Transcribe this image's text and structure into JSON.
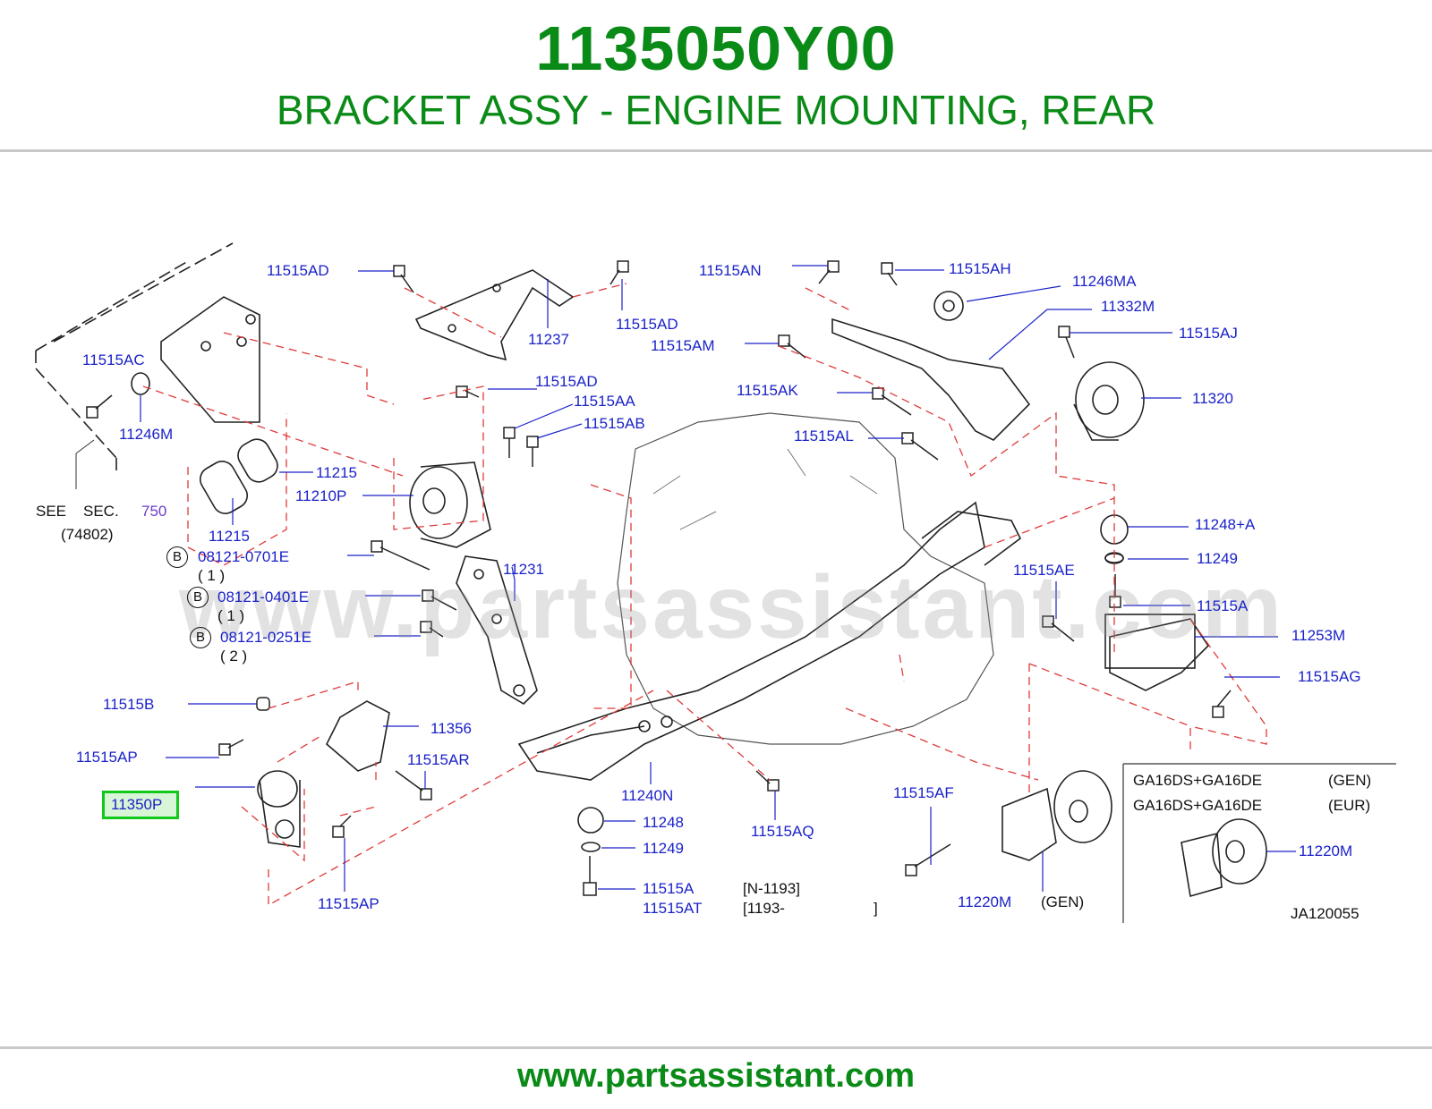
{
  "header": {
    "part_number": "1135050Y00",
    "title": "BRACKET ASSY - ENGINE MOUNTING, REAR"
  },
  "diagram": {
    "watermark": "www.partsassistant.com",
    "highlighted_part": "11350P",
    "callouts": {
      "c1": "11515AD",
      "c2": "11515AD",
      "c3": "11237",
      "c4": "11515AN",
      "c5": "11515AH",
      "c6": "11246MA",
      "c7": "11332M",
      "c8": "11515AM",
      "c9": "11515AJ",
      "c10": "11515AC",
      "c11": "11515AD",
      "c12": "11515AA",
      "c13": "11515AK",
      "c14": "11320",
      "c15": "11246M",
      "c16": "11515AB",
      "c17": "11515AL",
      "c18": "11215",
      "c19": "11210P",
      "c20": "11215",
      "c21": "11248+A",
      "c22": "11249",
      "c23": "11231",
      "c24": "08121-0701E",
      "c25": "08121-0401E",
      "c26": "08121-0251E",
      "c27": "11515AE",
      "c28": "11515A",
      "c29": "11253M",
      "c30": "11515AG",
      "c31": "11515B",
      "c32": "11356",
      "c33": "11515AP",
      "c34": "11515AR",
      "c35": "11350P",
      "c36": "11240N",
      "c37": "11515AF",
      "c38": "11248",
      "c39": "11515AQ",
      "c40": "11249",
      "c41": "11515A",
      "c42": "11515AT",
      "c43": "11515AP",
      "c44": "11220M",
      "c45": "11220M"
    },
    "black_text": {
      "see": "SEE",
      "sec": "SEC.",
      "sec_ref": "(74802)",
      "qty1": "( 1 )",
      "qty2": "( 1 )",
      "qty3": "( 2 )",
      "range1": "[N-1193]",
      "range2": "[1193-",
      "range2_end": "]",
      "gen": "(GEN)",
      "variant1_engine": "GA16DS+GA16DE",
      "variant1_region": "(GEN)",
      "variant2_engine": "GA16DS+GA16DE",
      "variant2_region": "(EUR)",
      "diagram_code": "JA120055"
    },
    "section_number": "750",
    "bolt_marker": "B"
  },
  "footer": {
    "url": "www.partsassistant.com"
  },
  "colors": {
    "brand_green": "#0a8a16",
    "callout_blue": "#1a22c8",
    "dashed_red": "#e03a3a",
    "highlight_green": "#12c81a"
  }
}
